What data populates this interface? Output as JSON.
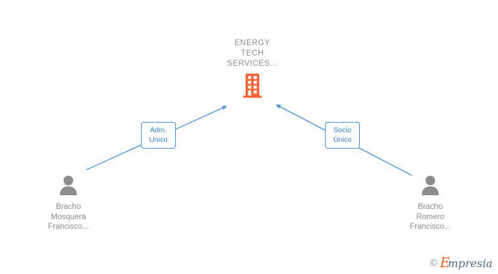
{
  "diagram": {
    "background_color": "#ffffff",
    "edge_color": "#4a8fd4",
    "company_color": "#f4663a",
    "person_color": "#8c8c8c",
    "text_color": "#8c8c8c"
  },
  "company": {
    "name": "ENERGY\nTECH\nSERVICES...",
    "icon": "building-icon"
  },
  "persons": [
    {
      "id": "left",
      "name": "Bracho\nMosquera\nFrancisco...",
      "icon": "person-icon"
    },
    {
      "id": "right",
      "name": "Bracho\nRomero\nFrancisco...",
      "icon": "person-icon"
    }
  ],
  "relations": [
    {
      "id": "adm",
      "label": "Adm.\nUnico"
    },
    {
      "id": "socio",
      "label": "Socio\nÚnico"
    }
  ],
  "watermark": {
    "copyright": "©",
    "brand_initial": "E",
    "brand_rest": "mpresia"
  }
}
